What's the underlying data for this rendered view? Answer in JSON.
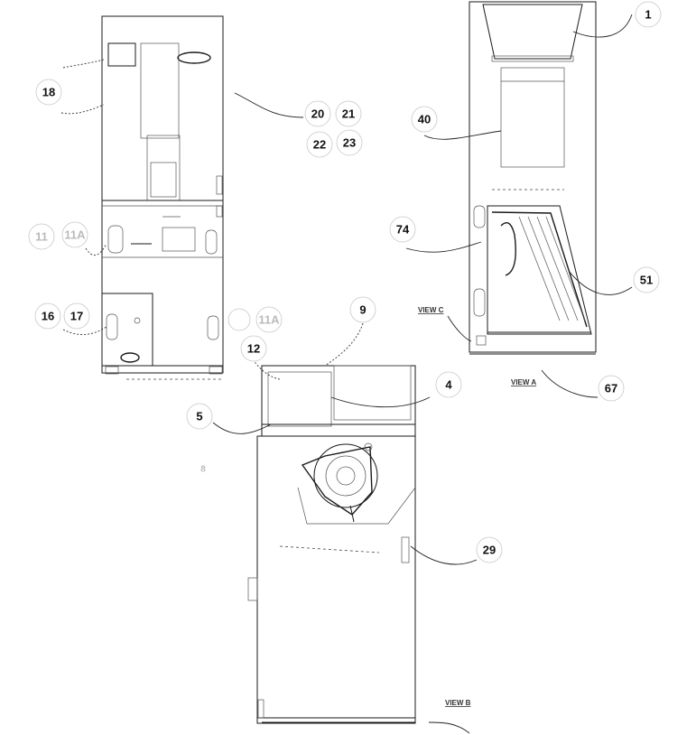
{
  "callouts": {
    "c1": "1",
    "c4": "4",
    "c5": "5",
    "c9": "9",
    "c11": "11",
    "c11a_top": "11A",
    "c11a_right": "11A",
    "c12": "12",
    "c16": "16",
    "c17": "17",
    "c18": "18",
    "c20": "20",
    "c21": "21",
    "c22": "22",
    "c23": "23",
    "c29": "29",
    "c40": "40",
    "c51": "51",
    "c67": "67",
    "c74": "74",
    "c_small": "8"
  },
  "views": {
    "view_c": "VIEW C",
    "view_a": "VIEW A",
    "view_b": "VIEW B"
  }
}
